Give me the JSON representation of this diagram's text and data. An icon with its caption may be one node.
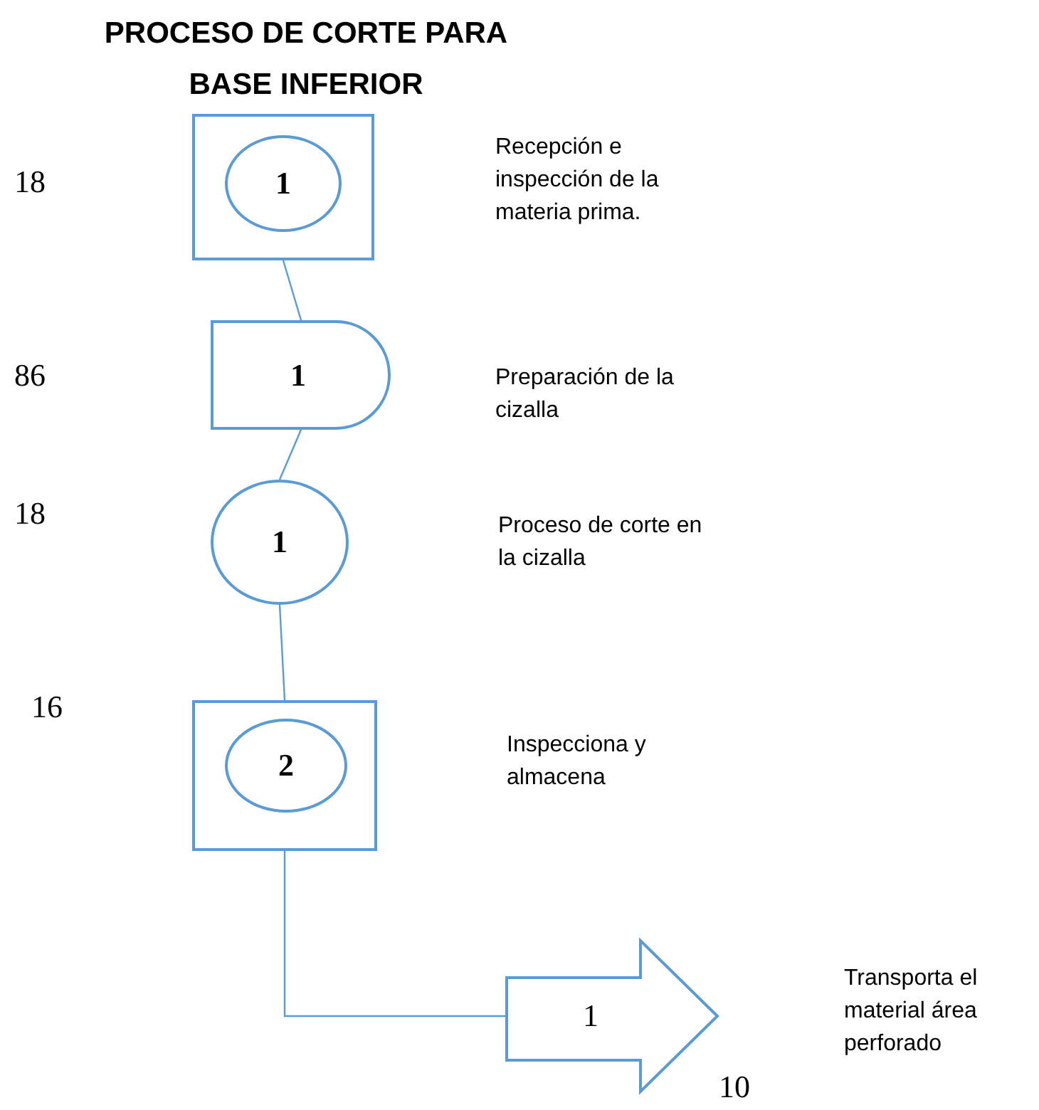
{
  "diagram": {
    "title": "PROCESO DE CORTE PARA BASE INFERIOR",
    "nodes": [
      {
        "text": [],
        "shape": "box"
      },
      {
        "text": [
          "1"
        ],
        "in": 0
      },
      {
        "text": [
          "1"
        ]
      },
      {
        "text": [
          "1"
        ]
      },
      {
        "text": [],
        "shape": "box"
      },
      {
        "text": [
          "2"
        ],
        "in": 4
      },
      {
        "text": [
          "1"
        ],
        "beside": [
          "10"
        ]
      }
    ],
    "edges": [
      {
        "from": 0,
        "to": 2,
        "arrow": "none"
      },
      {
        "from": 2,
        "to": 3,
        "arrow": "none"
      },
      {
        "from": 3,
        "to": 4,
        "arrow": "none"
      },
      {
        "from": 4,
        "to": 6,
        "arrow": "none"
      }
    ],
    "labels": [
      "18",
      "Recepción e inspección de la materia prima.",
      "86",
      "Preparación de la cizalla",
      "18",
      "Proceso de corte en la cizalla",
      "16",
      "Inspecciona y almacena",
      "Transporta el material área perforado"
    ]
  }
}
